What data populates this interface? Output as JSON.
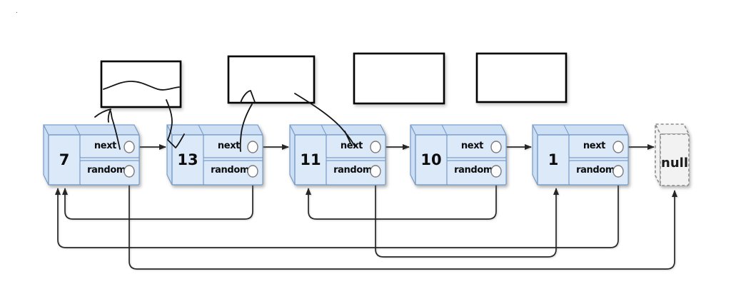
{
  "page": {
    "corner_mark": "."
  },
  "palette": {
    "node_fill": "#dce9f9",
    "node_bevel_fill": "#cddff4",
    "node_border": "#7d9fc9",
    "null_fill": "#f2f2f2",
    "null_border": "#8c8c8c",
    "connector": "#262626",
    "sketch": "#141414",
    "box_border": "#000000"
  },
  "list": {
    "nodes": [
      {
        "value": "7",
        "next_label": "next",
        "random_label": "random"
      },
      {
        "value": "13",
        "next_label": "next",
        "random_label": "random"
      },
      {
        "value": "11",
        "next_label": "next",
        "random_label": "random"
      },
      {
        "value": "10",
        "next_label": "next",
        "random_label": "random"
      },
      {
        "value": "1",
        "next_label": "next",
        "random_label": "random"
      }
    ],
    "terminator_label": "null",
    "next_chain": [
      "7",
      "13",
      "11",
      "10",
      "1",
      "null"
    ],
    "random_edges": [
      {
        "from": "7",
        "to": "null"
      },
      {
        "from": "13",
        "to": "7"
      },
      {
        "from": "11",
        "to": "1"
      },
      {
        "from": "10",
        "to": "11"
      },
      {
        "from": "1",
        "to": "7"
      }
    ]
  },
  "sketch": {
    "empty_boxes": 4
  }
}
